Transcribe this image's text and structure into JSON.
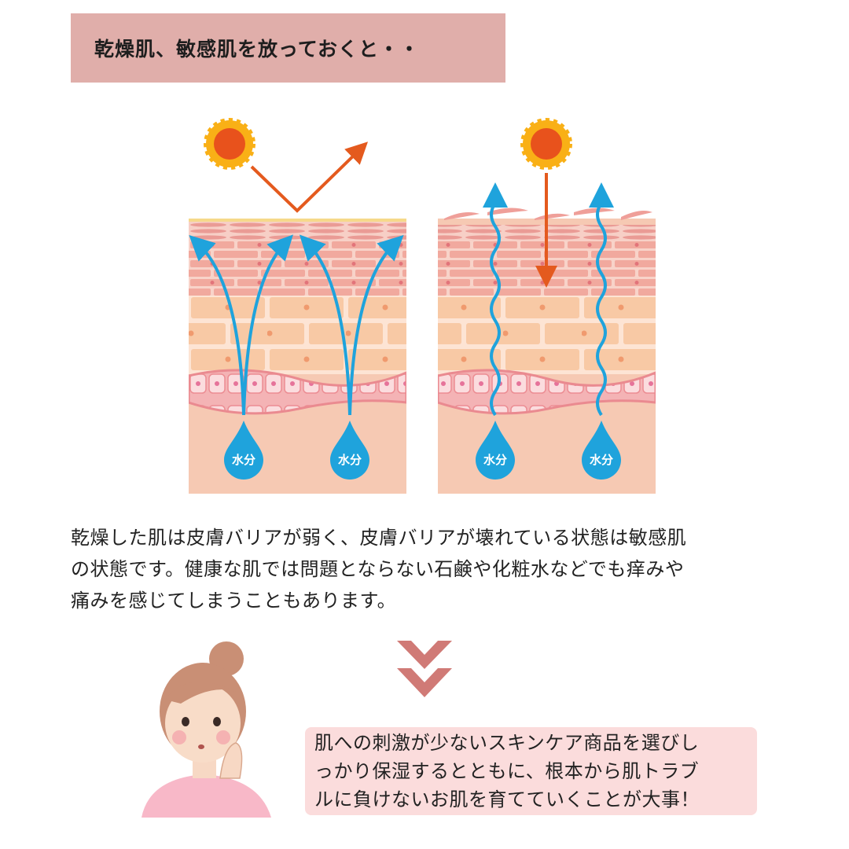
{
  "title": "乾燥肌、敏感肌を放っておくと・・",
  "diagram": {
    "left_drop_label": "水分",
    "right_drop_label": "水分"
  },
  "paragraph": {
    "lines": [
      "乾燥した肌は皮膚バリアが弱く、皮膚バリアが壊れている状態は敏感肌",
      "の状態です。健康な肌では問題とならない石鹸や化粧水などでも痒みや",
      "痛みを感じてしまうこともあります。"
    ]
  },
  "callout": {
    "lines": [
      "肌への刺激が少ないスキンケア商品を選びし",
      "っかり保湿するとともに、根本から肌トラブ",
      "ルに負けないお肌を育てていくことが大事！"
    ]
  },
  "colors": {
    "title_bg": "#e0aeaa",
    "callout_bg": "#fbdcdc",
    "chevron": "#d07a76",
    "water": "#1fa3dc",
    "sun_ray_arrow": "#e45a1e"
  }
}
